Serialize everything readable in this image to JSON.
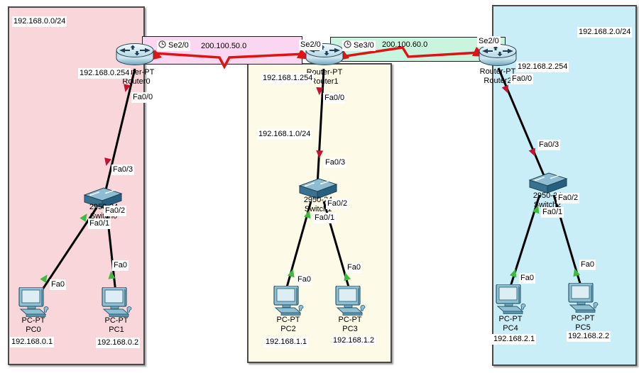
{
  "app": {
    "description": "Packet Tracer network topology with three routed LAN segments"
  },
  "colors": {
    "region_red": "#f8d6d9",
    "region_yellow": "#fdfbe7",
    "region_cyan": "#c9eef8",
    "serial_highlight_pink": "#fad6f1",
    "serial_highlight_green": "#c9f5de",
    "serial_link_red": "#dd1414",
    "lan_link_black": "#000000",
    "status_up_green": "#3fb93f",
    "status_down_red": "#c41230"
  },
  "networks": [
    {
      "subnet": "192.168.0.0/24",
      "router": {
        "model": "Router-PT",
        "name": "Router0",
        "ip": "192.168.0.254",
        "lan_port": "Fa0/0"
      },
      "switch": {
        "model": "2950-24",
        "name": "Switch0",
        "uplink_port": "Fa0/3",
        "port1": "Fa0/1",
        "port2": "Fa0/2"
      },
      "pcs": [
        {
          "model": "PC-PT",
          "name": "PC0",
          "ip": "192.168.0.1",
          "port": "Fa0"
        },
        {
          "model": "PC-PT",
          "name": "PC1",
          "ip": "192.168.0.2",
          "port": "Fa0"
        }
      ]
    },
    {
      "subnet": "192.168.1.0/24",
      "router": {
        "model": "Router-PT",
        "name": "Router1",
        "ip": "192.168.1.254",
        "lan_port": "Fa0/0"
      },
      "switch": {
        "model": "2950-24",
        "name": "Switch1",
        "uplink_port": "Fa0/3",
        "port1": "Fa0/1",
        "port2": "Fa0/2"
      },
      "pcs": [
        {
          "model": "PC-PT",
          "name": "PC2",
          "ip": "192.168.1.1",
          "port": "Fa0"
        },
        {
          "model": "PC-PT",
          "name": "PC3",
          "ip": "192.168.1.2",
          "port": "Fa0"
        }
      ]
    },
    {
      "subnet": "192.168.2.0/24",
      "router": {
        "model": "Router-PT",
        "name": "Router2",
        "ip": "192.168.2.254",
        "lan_port": "Fa0/0"
      },
      "switch": {
        "model": "2950-24",
        "name": "Switch2",
        "uplink_port": "Fa0/3",
        "port1": "Fa0/1",
        "port2": "Fa0/2"
      },
      "pcs": [
        {
          "model": "PC-PT",
          "name": "PC4",
          "ip": "192.168.2.1",
          "port": "Fa0"
        },
        {
          "model": "PC-PT",
          "name": "PC5",
          "ip": "192.168.2.2",
          "port": "Fa0"
        }
      ]
    }
  ],
  "serial_links": [
    {
      "network": "200.100.50.0",
      "left_port": "Se2/0",
      "right_port": "Se2/0"
    },
    {
      "network": "200.100.60.0",
      "left_port": "Se3/0",
      "right_port": "Se2/0"
    }
  ]
}
